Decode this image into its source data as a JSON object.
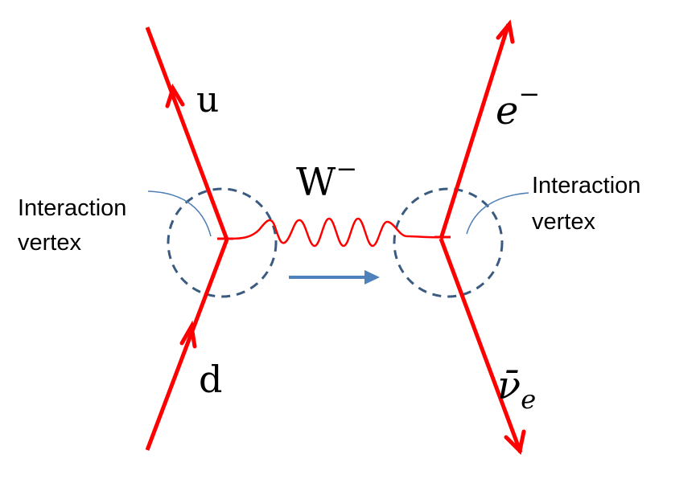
{
  "labels": {
    "quark_up": "u",
    "quark_down": "d",
    "boson": "W",
    "boson_charge": "−",
    "electron": "e",
    "electron_charge": "−",
    "antineutrino": "ν̄",
    "antineutrino_subscript": "e"
  },
  "annotations": {
    "left_vertex_line1": "Interaction",
    "left_vertex_line2": "vertex",
    "right_vertex_line1": "Interaction",
    "right_vertex_line2": "vertex"
  },
  "colors": {
    "fermion_line": "#ff0000",
    "boson_line": "#ff0000",
    "vertex_circle": "#3a5a80",
    "leader_line": "#4f7fb5",
    "momentum_arrow": "#4f81bd",
    "text": "#000000"
  }
}
